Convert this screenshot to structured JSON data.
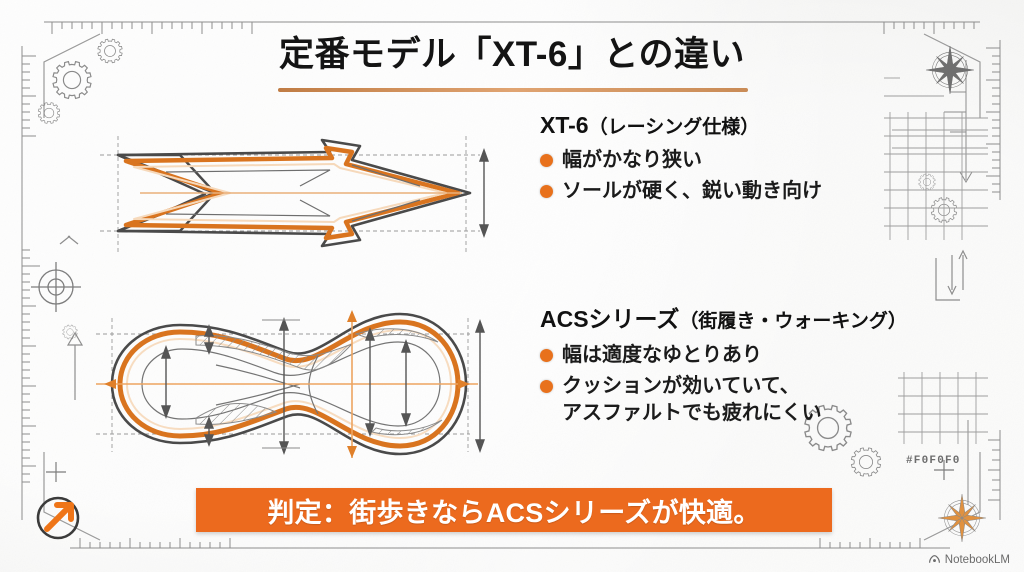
{
  "page": {
    "title": "定番モデル「XT-6」との違い",
    "background_color": "#F0F0F0",
    "accent_color": "#EC6A1E",
    "rule_color": "#C98B56",
    "hex_label": "#F0F0F0"
  },
  "sections": [
    {
      "heading_main": "XT-6",
      "heading_paren": "（レーシング仕様）",
      "bullets": [
        "幅がかなり狭い",
        "ソールが硬く、鋭い動き向け"
      ]
    },
    {
      "heading_main": "ACSシリーズ",
      "heading_paren": "（街履き・ウォーキング）",
      "bullets": [
        "幅は適度なゆとりあり",
        "クッションが効いていて、\nアスファルトでも疲れにくい"
      ]
    }
  ],
  "diagrams": [
    {
      "name": "narrow-racing-last-arrow",
      "caption": ""
    },
    {
      "name": "wide-cushioned-sole-outline",
      "caption": ""
    }
  ],
  "banner": {
    "text": "判定：街歩きならACSシリーズが快適。"
  },
  "watermark": {
    "label": "NotebookLM"
  }
}
